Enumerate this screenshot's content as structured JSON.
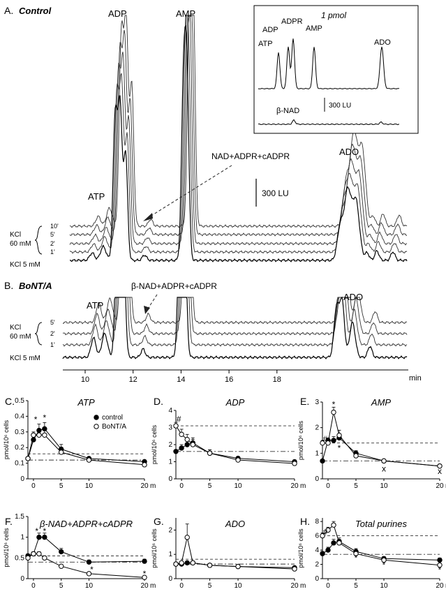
{
  "colors": {
    "trace": "#222222",
    "dash": "#333333",
    "control_marker": "#000000",
    "botox_marker": "#ffffff"
  },
  "panel_a": {
    "letter": "A.",
    "condition": "Control",
    "peak_labels": {
      "adp": "ADP",
      "amp": "AMP",
      "atp": "ATP",
      "ado": "ADO"
    },
    "arrow_label": "NAD+ADPR+cADPR",
    "scale_label": "300 LU",
    "kcl_high": "KCl\n60 mM",
    "kcl_low": "KCl 5 mM",
    "trace_times": [
      "10'",
      "5'",
      "2'",
      "1'"
    ]
  },
  "inset": {
    "title": "1 pmol",
    "labels": {
      "atp": "ATP",
      "adp": "ADP",
      "adpr": "ADPR",
      "amp": "AMP",
      "ado": "ADO",
      "nad": "β-NAD"
    },
    "scale_label": "300 LU"
  },
  "panel_b": {
    "letter": "B.",
    "condition": "BoNT/A",
    "peak_labels": {
      "atp": "ATP",
      "ado": "ADO"
    },
    "arrow_label": "β-NAD+ADPR+cADPR",
    "kcl_high": "KCl\n60 mM",
    "kcl_low": "KCl 5 mM",
    "trace_times": [
      "5'",
      "2'",
      "1'"
    ],
    "xaxis_ticks": [
      "10",
      "12",
      "14",
      "16",
      "18"
    ],
    "xaxis_unit": "min"
  },
  "chart_data": [
    {
      "panel": "C.",
      "type": "line",
      "title": "ATP",
      "ylabel": "pmol/10⁶ cells",
      "xlabel": "m",
      "x_ticks": [
        0,
        5,
        10,
        20
      ],
      "y_ticks": [
        0,
        0.1,
        0.2,
        0.3,
        0.4,
        0.5
      ],
      "ylim": [
        0,
        0.5
      ],
      "xlim": [
        -1,
        20
      ],
      "series": [
        {
          "name": "control",
          "marker": "filled",
          "x": [
            -1,
            0,
            1,
            2,
            5,
            10,
            20
          ],
          "y": [
            0.13,
            0.25,
            0.31,
            0.32,
            0.19,
            0.13,
            0.11
          ],
          "err": [
            0.01,
            0.02,
            0.04,
            0.04,
            0.03,
            0.01,
            0.01
          ]
        },
        {
          "name": "BoNT/A",
          "marker": "open",
          "x": [
            -1,
            0,
            1,
            2,
            5,
            10,
            20
          ],
          "y": [
            0.13,
            0.28,
            0.28,
            0.28,
            0.17,
            0.12,
            0.09
          ],
          "err": [
            0.01,
            0.02,
            0.03,
            0.03,
            0.02,
            0.01,
            0.01
          ]
        }
      ],
      "hlines": [
        {
          "style": "dash",
          "y": 0.16
        },
        {
          "style": "dashdot",
          "y": 0.12
        }
      ],
      "annotations": [
        {
          "text": "*",
          "x": 0.4,
          "y": 0.38
        },
        {
          "text": "*",
          "x": 2,
          "y": 0.39
        }
      ],
      "legend": {
        "control": "control",
        "botox": "BoNT/A"
      }
    },
    {
      "panel": "D.",
      "type": "line",
      "title": "ADP",
      "ylabel": "pmol/10⁶ cells",
      "xlabel": "m",
      "x_ticks": [
        0,
        5,
        10,
        20
      ],
      "y_ticks": [
        0,
        1,
        2,
        3,
        4
      ],
      "ylim": [
        0,
        4
      ],
      "xlim": [
        -1,
        20
      ],
      "series": [
        {
          "name": "control",
          "marker": "filled",
          "x": [
            -1,
            0,
            1,
            2,
            5,
            10,
            20
          ],
          "y": [
            1.6,
            1.8,
            2.0,
            2.1,
            1.5,
            1.2,
            1.0
          ],
          "err": [
            0.1,
            0.2,
            0.3,
            0.3,
            0.2,
            0.1,
            0.1
          ]
        },
        {
          "name": "BoNT/A",
          "marker": "open",
          "x": [
            -1,
            0,
            1,
            2,
            5,
            10,
            20
          ],
          "y": [
            3.1,
            2.6,
            2.3,
            2.0,
            1.5,
            1.1,
            0.9
          ],
          "err": [
            0.2,
            0.3,
            0.3,
            0.3,
            0.2,
            0.1,
            0.1
          ]
        }
      ],
      "hlines": [
        {
          "style": "dash",
          "y": 3.1
        },
        {
          "style": "dashdot",
          "y": 1.6
        }
      ],
      "annotations": [
        {
          "text": "#",
          "x": -0.5,
          "y": 3.5
        }
      ]
    },
    {
      "panel": "E.",
      "type": "line",
      "title": "AMP",
      "ylabel": "pmol/10⁶ cells",
      "xlabel": "m",
      "x_ticks": [
        0,
        5,
        10,
        20
      ],
      "y_ticks": [
        0,
        1,
        2,
        3
      ],
      "ylim": [
        0,
        3
      ],
      "xlim": [
        -1,
        20
      ],
      "series": [
        {
          "name": "control",
          "marker": "filled",
          "x": [
            -1,
            0,
            1,
            2,
            5,
            10,
            20
          ],
          "y": [
            0.7,
            1.5,
            1.5,
            1.6,
            1.0,
            0.7,
            0.5
          ],
          "err": [
            0.05,
            0.1,
            0.15,
            0.15,
            0.1,
            0.05,
            0.05
          ]
        },
        {
          "name": "BoNT/A",
          "marker": "open",
          "x": [
            -1,
            0,
            1,
            2,
            5,
            10,
            20
          ],
          "y": [
            1.4,
            1.4,
            2.6,
            1.7,
            0.9,
            0.7,
            0.5
          ],
          "err": [
            0.1,
            0.1,
            0.2,
            0.2,
            0.1,
            0.05,
            0.05
          ]
        }
      ],
      "hlines": [
        {
          "style": "dash",
          "y": 1.4
        },
        {
          "style": "dashdot",
          "y": 0.7
        }
      ],
      "annotations": [
        {
          "text": "*",
          "x": 1,
          "y": 2.9
        },
        {
          "text": "#",
          "x": -0.5,
          "y": 1.55
        },
        {
          "text": "*",
          "x": 2,
          "y": 1.2
        },
        {
          "text": "x",
          "x": 10,
          "y": 0.4
        },
        {
          "text": "x",
          "x": 20,
          "y": 0.3
        }
      ]
    },
    {
      "panel": "F.",
      "type": "line",
      "title": "β-NAD+ADPR+cADPR",
      "ylabel": "pmol/10⁶ cells",
      "xlabel": "m",
      "x_ticks": [
        0,
        5,
        10,
        20
      ],
      "y_ticks": [
        0,
        0.5,
        1.0,
        1.5
      ],
      "ylim": [
        0,
        1.5
      ],
      "xlim": [
        -1,
        20
      ],
      "series": [
        {
          "name": "control",
          "marker": "filled",
          "x": [
            -1,
            0,
            1,
            2,
            5,
            10,
            20
          ],
          "y": [
            0.55,
            0.6,
            1.0,
            1.0,
            0.65,
            0.4,
            0.42
          ],
          "err": [
            0.05,
            0.05,
            0.1,
            0.1,
            0.08,
            0.05,
            0.05
          ]
        },
        {
          "name": "BoNT/A",
          "marker": "open",
          "x": [
            -1,
            0,
            1,
            2,
            5,
            10,
            20
          ],
          "y": [
            0.5,
            0.6,
            0.6,
            0.5,
            0.3,
            0.12,
            0.03
          ],
          "err": [
            0.05,
            0.05,
            0.05,
            0.05,
            0.03,
            0.02,
            0.01
          ]
        }
      ],
      "hlines": [
        {
          "style": "dash",
          "y": 0.55
        },
        {
          "style": "dashdot",
          "y": 0.4
        }
      ],
      "annotations": [
        {
          "text": "*",
          "x": 0.6,
          "y": 1.15
        },
        {
          "text": "*",
          "x": 2,
          "y": 1.15
        },
        {
          "text": "*",
          "x": 10.5,
          "y": 0.22
        },
        {
          "text": "*",
          "x": 20,
          "y": 0.12
        }
      ]
    },
    {
      "panel": "G.",
      "type": "line",
      "title": "ADO",
      "ylabel": "pmol/10⁶ cells",
      "xlabel": "m",
      "x_ticks": [
        0,
        5,
        10,
        20
      ],
      "y_ticks": [
        0,
        1,
        2
      ],
      "ylim": [
        0,
        2.5
      ],
      "xlim": [
        -1,
        20
      ],
      "series": [
        {
          "name": "control",
          "marker": "filled",
          "x": [
            -1,
            0,
            1,
            2,
            5,
            10,
            20
          ],
          "y": [
            0.6,
            0.6,
            0.65,
            0.65,
            0.55,
            0.5,
            0.45
          ],
          "err": [
            0.05,
            0.05,
            0.05,
            0.05,
            0.05,
            0.05,
            0.05
          ]
        },
        {
          "name": "BoNT/A",
          "marker": "open",
          "x": [
            -1,
            0,
            1,
            2,
            5,
            10,
            20
          ],
          "y": [
            0.6,
            0.65,
            1.7,
            0.65,
            0.55,
            0.5,
            0.4
          ],
          "err": [
            0.05,
            0.05,
            0.55,
            0.05,
            0.05,
            0.05,
            0.05
          ]
        }
      ],
      "hlines": [
        {
          "style": "dash",
          "y": 0.8
        },
        {
          "style": "dashdot",
          "y": 0.6
        }
      ],
      "annotations": []
    },
    {
      "panel": "H.",
      "type": "line",
      "title": "Total purines",
      "ylabel": "pmol/10⁶ cells",
      "xlabel": "m",
      "x_ticks": [
        0,
        5,
        10,
        20
      ],
      "y_ticks": [
        0,
        2,
        4,
        6,
        8
      ],
      "ylim": [
        0,
        8.5
      ],
      "xlim": [
        -1,
        20
      ],
      "series": [
        {
          "name": "control",
          "marker": "filled",
          "x": [
            -1,
            0,
            1,
            2,
            5,
            10,
            20
          ],
          "y": [
            3.5,
            4.0,
            5.0,
            5.2,
            3.8,
            2.8,
            2.6
          ],
          "err": [
            0.3,
            0.4,
            0.5,
            0.5,
            0.4,
            0.3,
            0.3
          ]
        },
        {
          "name": "BoNT/A",
          "marker": "open",
          "x": [
            -1,
            0,
            1,
            2,
            5,
            10,
            20
          ],
          "y": [
            6.0,
            6.8,
            7.5,
            5.0,
            3.5,
            2.6,
            1.9
          ],
          "err": [
            0.4,
            0.4,
            0.5,
            0.5,
            0.3,
            0.3,
            0.2
          ]
        }
      ],
      "hlines": [
        {
          "style": "dash",
          "y": 6.0
        },
        {
          "style": "dashdot",
          "y": 3.4
        }
      ],
      "annotations": [
        {
          "text": "#",
          "x": -0.5,
          "y": 6.5
        },
        {
          "text": "*",
          "x": 5,
          "y": 2.9
        },
        {
          "text": "*",
          "x": 10,
          "y": 1.9
        },
        {
          "text": "*",
          "x": 20,
          "y": 1.2
        }
      ]
    }
  ]
}
